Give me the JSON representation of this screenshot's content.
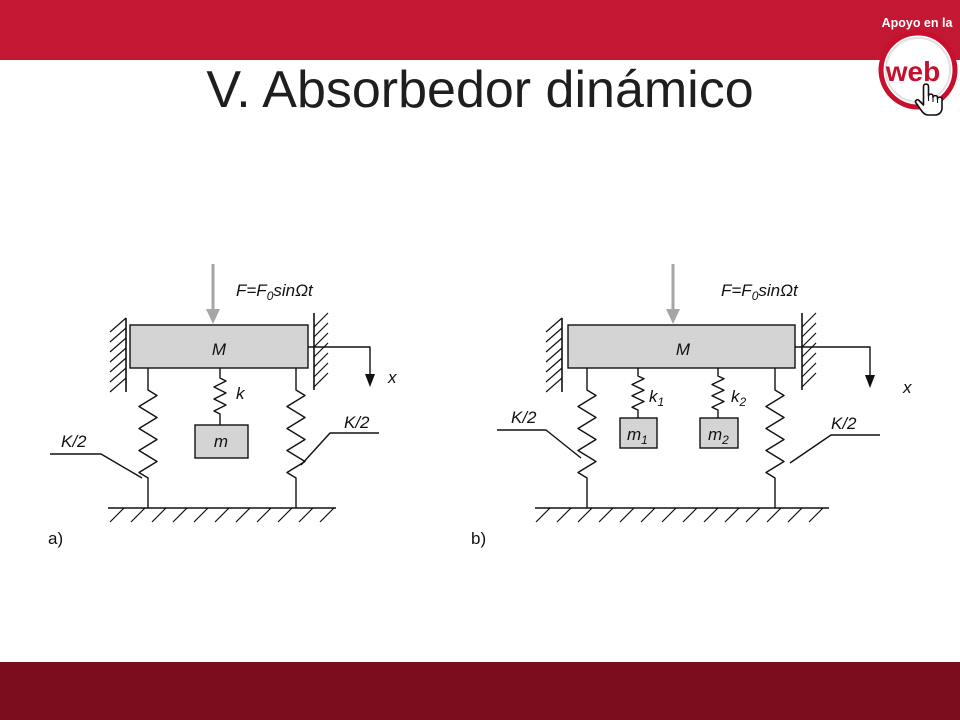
{
  "slide": {
    "title": "V. Absorbedor dinámico",
    "colors": {
      "top_band": "#c41733",
      "bottom_band": "#7b0d1e",
      "title_text": "#1e1e1e",
      "mass_fill": "#d4d4d4",
      "force_arrow": "#a6a6a6",
      "line": "#111111"
    }
  },
  "logo": {
    "caption": "Apoyo en la",
    "word": "web",
    "icon": "pointer-hand-icon",
    "accent": "#c8102e"
  },
  "diagram_a": {
    "label": "a)",
    "force": {
      "prefix": "F=F",
      "subscript": "0",
      "suffix": "sinΩt"
    },
    "main_mass": "M",
    "displacement": "x",
    "spring_left": "K/2",
    "spring_right": "K/2",
    "absorber": {
      "spring": "k",
      "mass": "m"
    }
  },
  "diagram_b": {
    "label": "b)",
    "force": {
      "prefix": "F=F",
      "subscript": "0",
      "suffix": "sinΩt"
    },
    "main_mass": "M",
    "displacement": "x",
    "spring_left": "K/2",
    "spring_right": "K/2",
    "absorbers": [
      {
        "spring": "k",
        "spring_sub": "1",
        "mass": "m",
        "mass_sub": "1"
      },
      {
        "spring": "k",
        "spring_sub": "2",
        "mass": "m",
        "mass_sub": "2"
      }
    ]
  }
}
